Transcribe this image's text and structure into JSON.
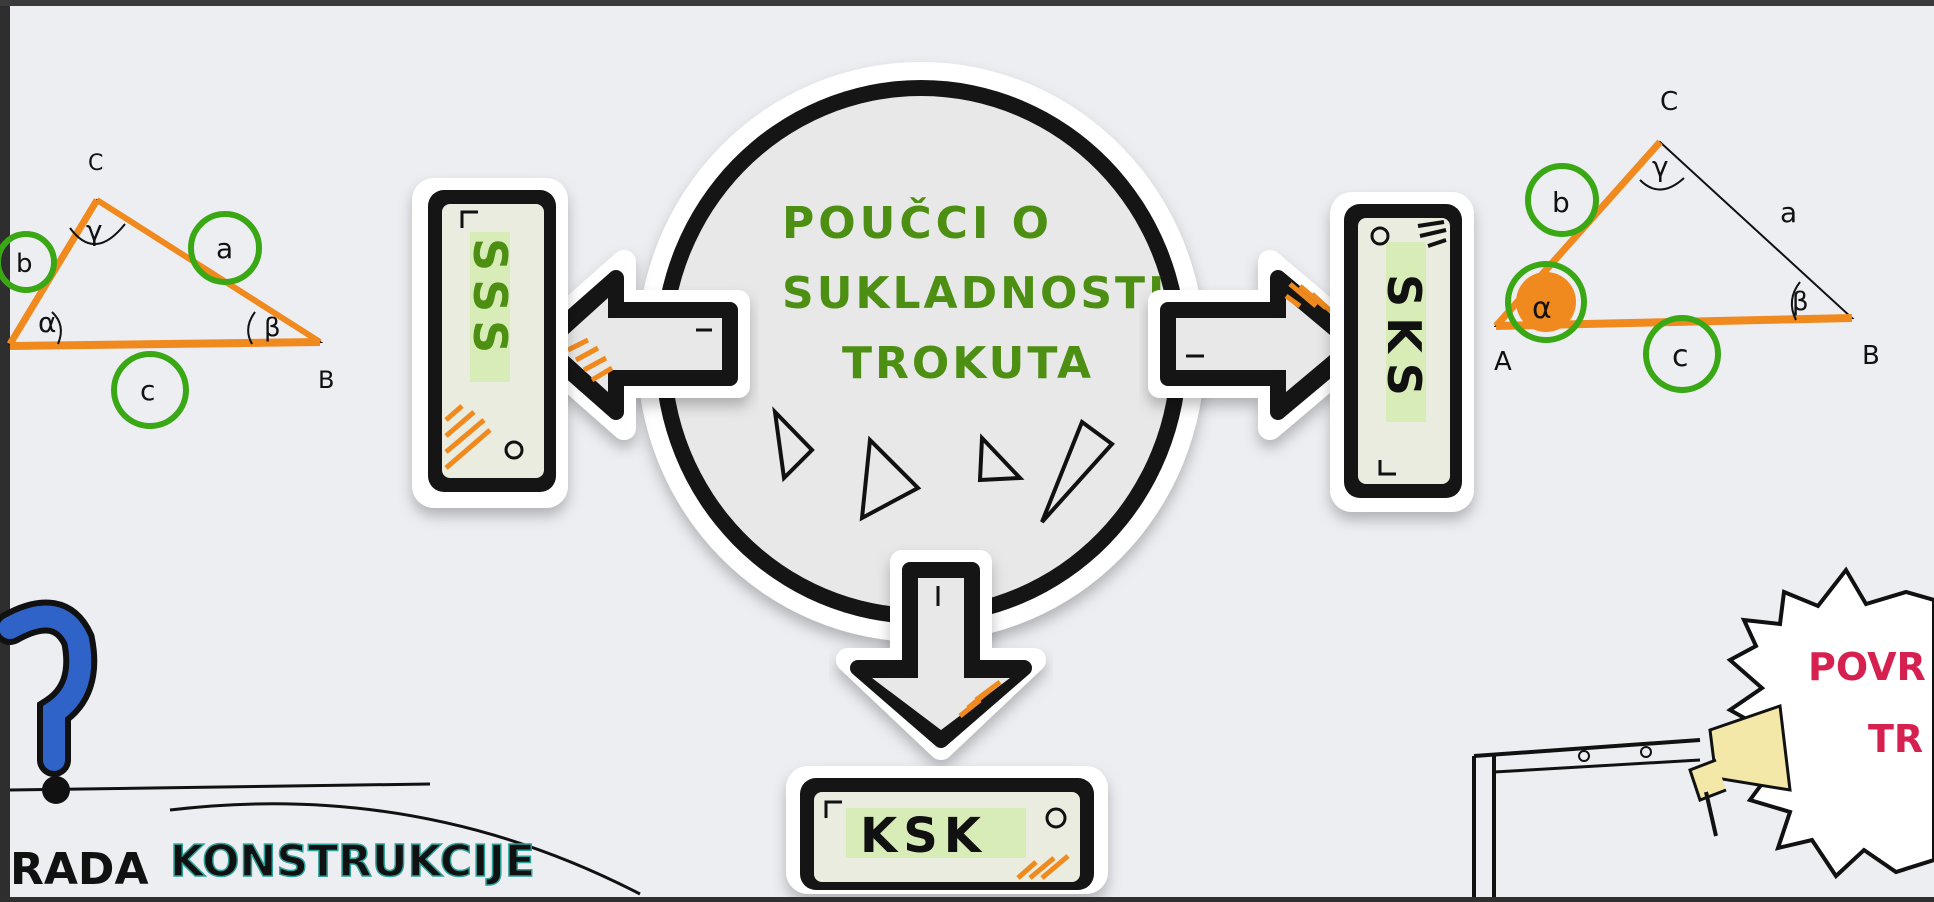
{
  "center": {
    "line1": "POUČCI O",
    "line2": "SUKLADNOSTI",
    "line3": "TROKUTA"
  },
  "cards": {
    "sss": "SSS",
    "sks": "SKS",
    "ksk": "KSK"
  },
  "left_triangle": {
    "vertex_c": "C",
    "vertex_b": "B",
    "angle_alpha": "α",
    "angle_beta": "β",
    "angle_gamma": "γ",
    "side_a": "a",
    "side_b": "b",
    "side_c": "c"
  },
  "right_triangle": {
    "vertex_a": "A",
    "vertex_b": "B",
    "vertex_c": "C",
    "angle_alpha": "α",
    "angle_beta": "β",
    "angle_gamma": "γ",
    "side_a": "a",
    "side_b": "b",
    "side_c": "c"
  },
  "bottom_left": {
    "question": "?",
    "text1": "RADA",
    "text2": "KONSTRUKCIJE"
  },
  "bottom_right": {
    "word1": "POVR",
    "word2": "TR"
  },
  "colors": {
    "paper": "#eceef2",
    "ink": "#111111",
    "orange": "#f08a1e",
    "green_ring": "#3aa815",
    "green_text": "#4d8f12",
    "highlight": "#d8ecb8",
    "teal": "#2aa39a",
    "red": "#d6204f",
    "blue": "#2f63c8"
  }
}
